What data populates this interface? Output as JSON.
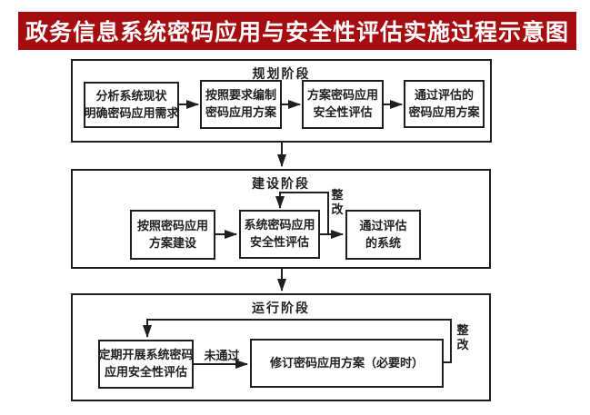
{
  "title": "政务信息系统密码应用与安全性评估实施过程示意图",
  "colors": {
    "banner_bg": "#a50d11",
    "banner_text": "#ffffff",
    "line_color": "#1f1f1f"
  },
  "stages": [
    {
      "label": "规划阶段",
      "boxes": [
        {
          "line1": "分析系统现状",
          "line2": "明确密码应用需求"
        },
        {
          "line1": "按照要求编制",
          "line2": "密码应用方案"
        },
        {
          "line1": "方案密码应用",
          "line2": "安全性评估"
        },
        {
          "line1": "通过评估的",
          "line2": "密码应用方案"
        }
      ]
    },
    {
      "label": "建设阶段",
      "boxes": [
        {
          "line1": "按照密码应用",
          "line2": "方案建设"
        },
        {
          "line1": "系统密码应用",
          "line2": "安全性评估"
        },
        {
          "line1": "通过评估",
          "line2": "的系统"
        }
      ],
      "loop_label": "整改"
    },
    {
      "label": "运行阶段",
      "boxes": [
        {
          "line1": "定期开展系统密码",
          "line2": "应用安全性评估"
        },
        {
          "line1": "修订密码应用方案（必要时）"
        }
      ],
      "loop_label": "整改",
      "edge_label": "未通过"
    }
  ]
}
